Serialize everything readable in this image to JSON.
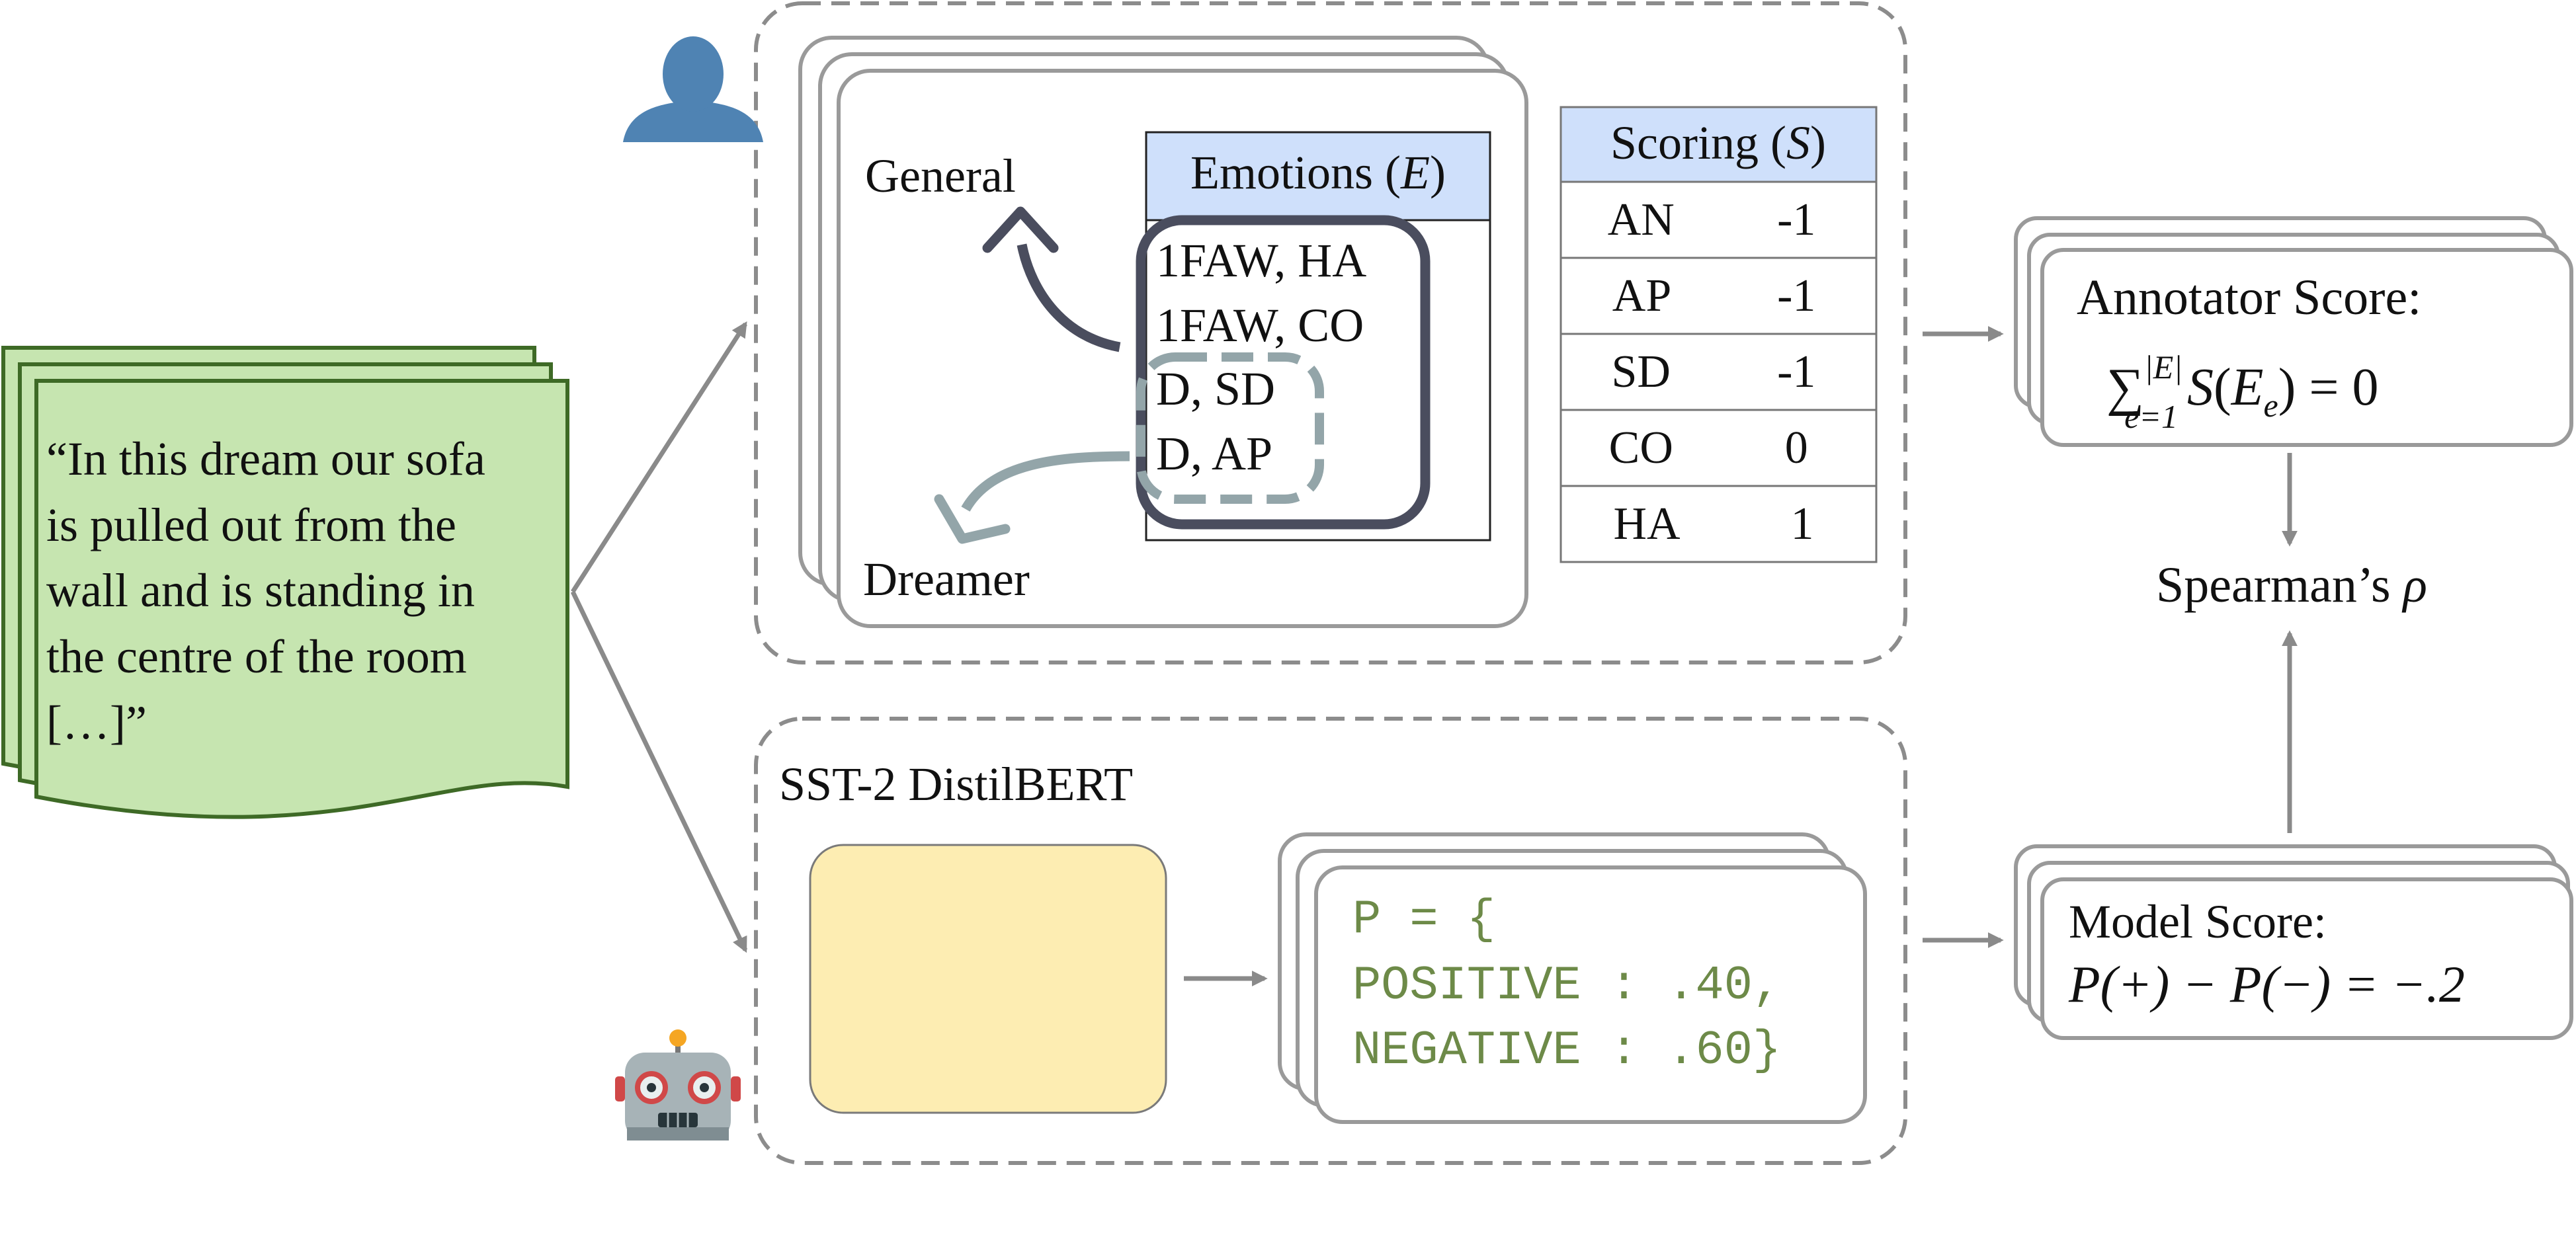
{
  "dream_text": {
    "lines": [
      "“In this dream our sofa",
      "is pulled out from the",
      "wall and is standing in",
      "the centre of the room",
      "[…]”"
    ]
  },
  "annotator_panel": {
    "emotions_header_prefix": "Emotions (",
    "emotions_header_var": "E",
    "emotions_header_suffix": ")",
    "emotion_rows": [
      "1FAW, HA",
      "1FAW, CO",
      "D, SD",
      "D, AP"
    ],
    "general_label": "General",
    "dreamer_label": "Dreamer",
    "scoring_header_prefix": "Scoring (",
    "scoring_header_var": "S",
    "scoring_header_suffix": ")",
    "scoring_rows": [
      {
        "code": "AN",
        "value": "-1"
      },
      {
        "code": "AP",
        "value": "-1"
      },
      {
        "code": "SD",
        "value": "-1"
      },
      {
        "code": "CO",
        "value": "0"
      },
      {
        "code": "HA",
        "value": "1"
      }
    ]
  },
  "model_panel": {
    "title": "SST-2 DistilBERT",
    "output_lines": [
      "P = {",
      "POSITIVE : .40,",
      "NEGATIVE : .60}"
    ]
  },
  "annotator_score": {
    "title": "Annotator Score:",
    "sum": "∑",
    "sup": "|E|",
    "sub": "e=1",
    "fn": "S",
    "arg": "E",
    "arg_sub": "e",
    "result": "= 0"
  },
  "model_score": {
    "title": "Model Score:",
    "formula": "P(+) − P(−) = −.2"
  },
  "correlation": {
    "label_prefix": "Spearman’s ",
    "label_symbol": "ρ"
  },
  "icons": {
    "human": "person-silhouette-icon",
    "model": "robot-face-icon"
  },
  "colors": {
    "dream_fill": "#c6e5b0",
    "dream_stroke": "#3e6a26",
    "header_fill": "#cfe0fb",
    "model_box_fill": "#fdedb2",
    "model_text": "#6d8a48",
    "border_gray": "#8c8c8c",
    "arrow_gray": "#8a8a8a",
    "dark_loop": "#4a4d5e",
    "light_loop": "#93a5a9"
  }
}
